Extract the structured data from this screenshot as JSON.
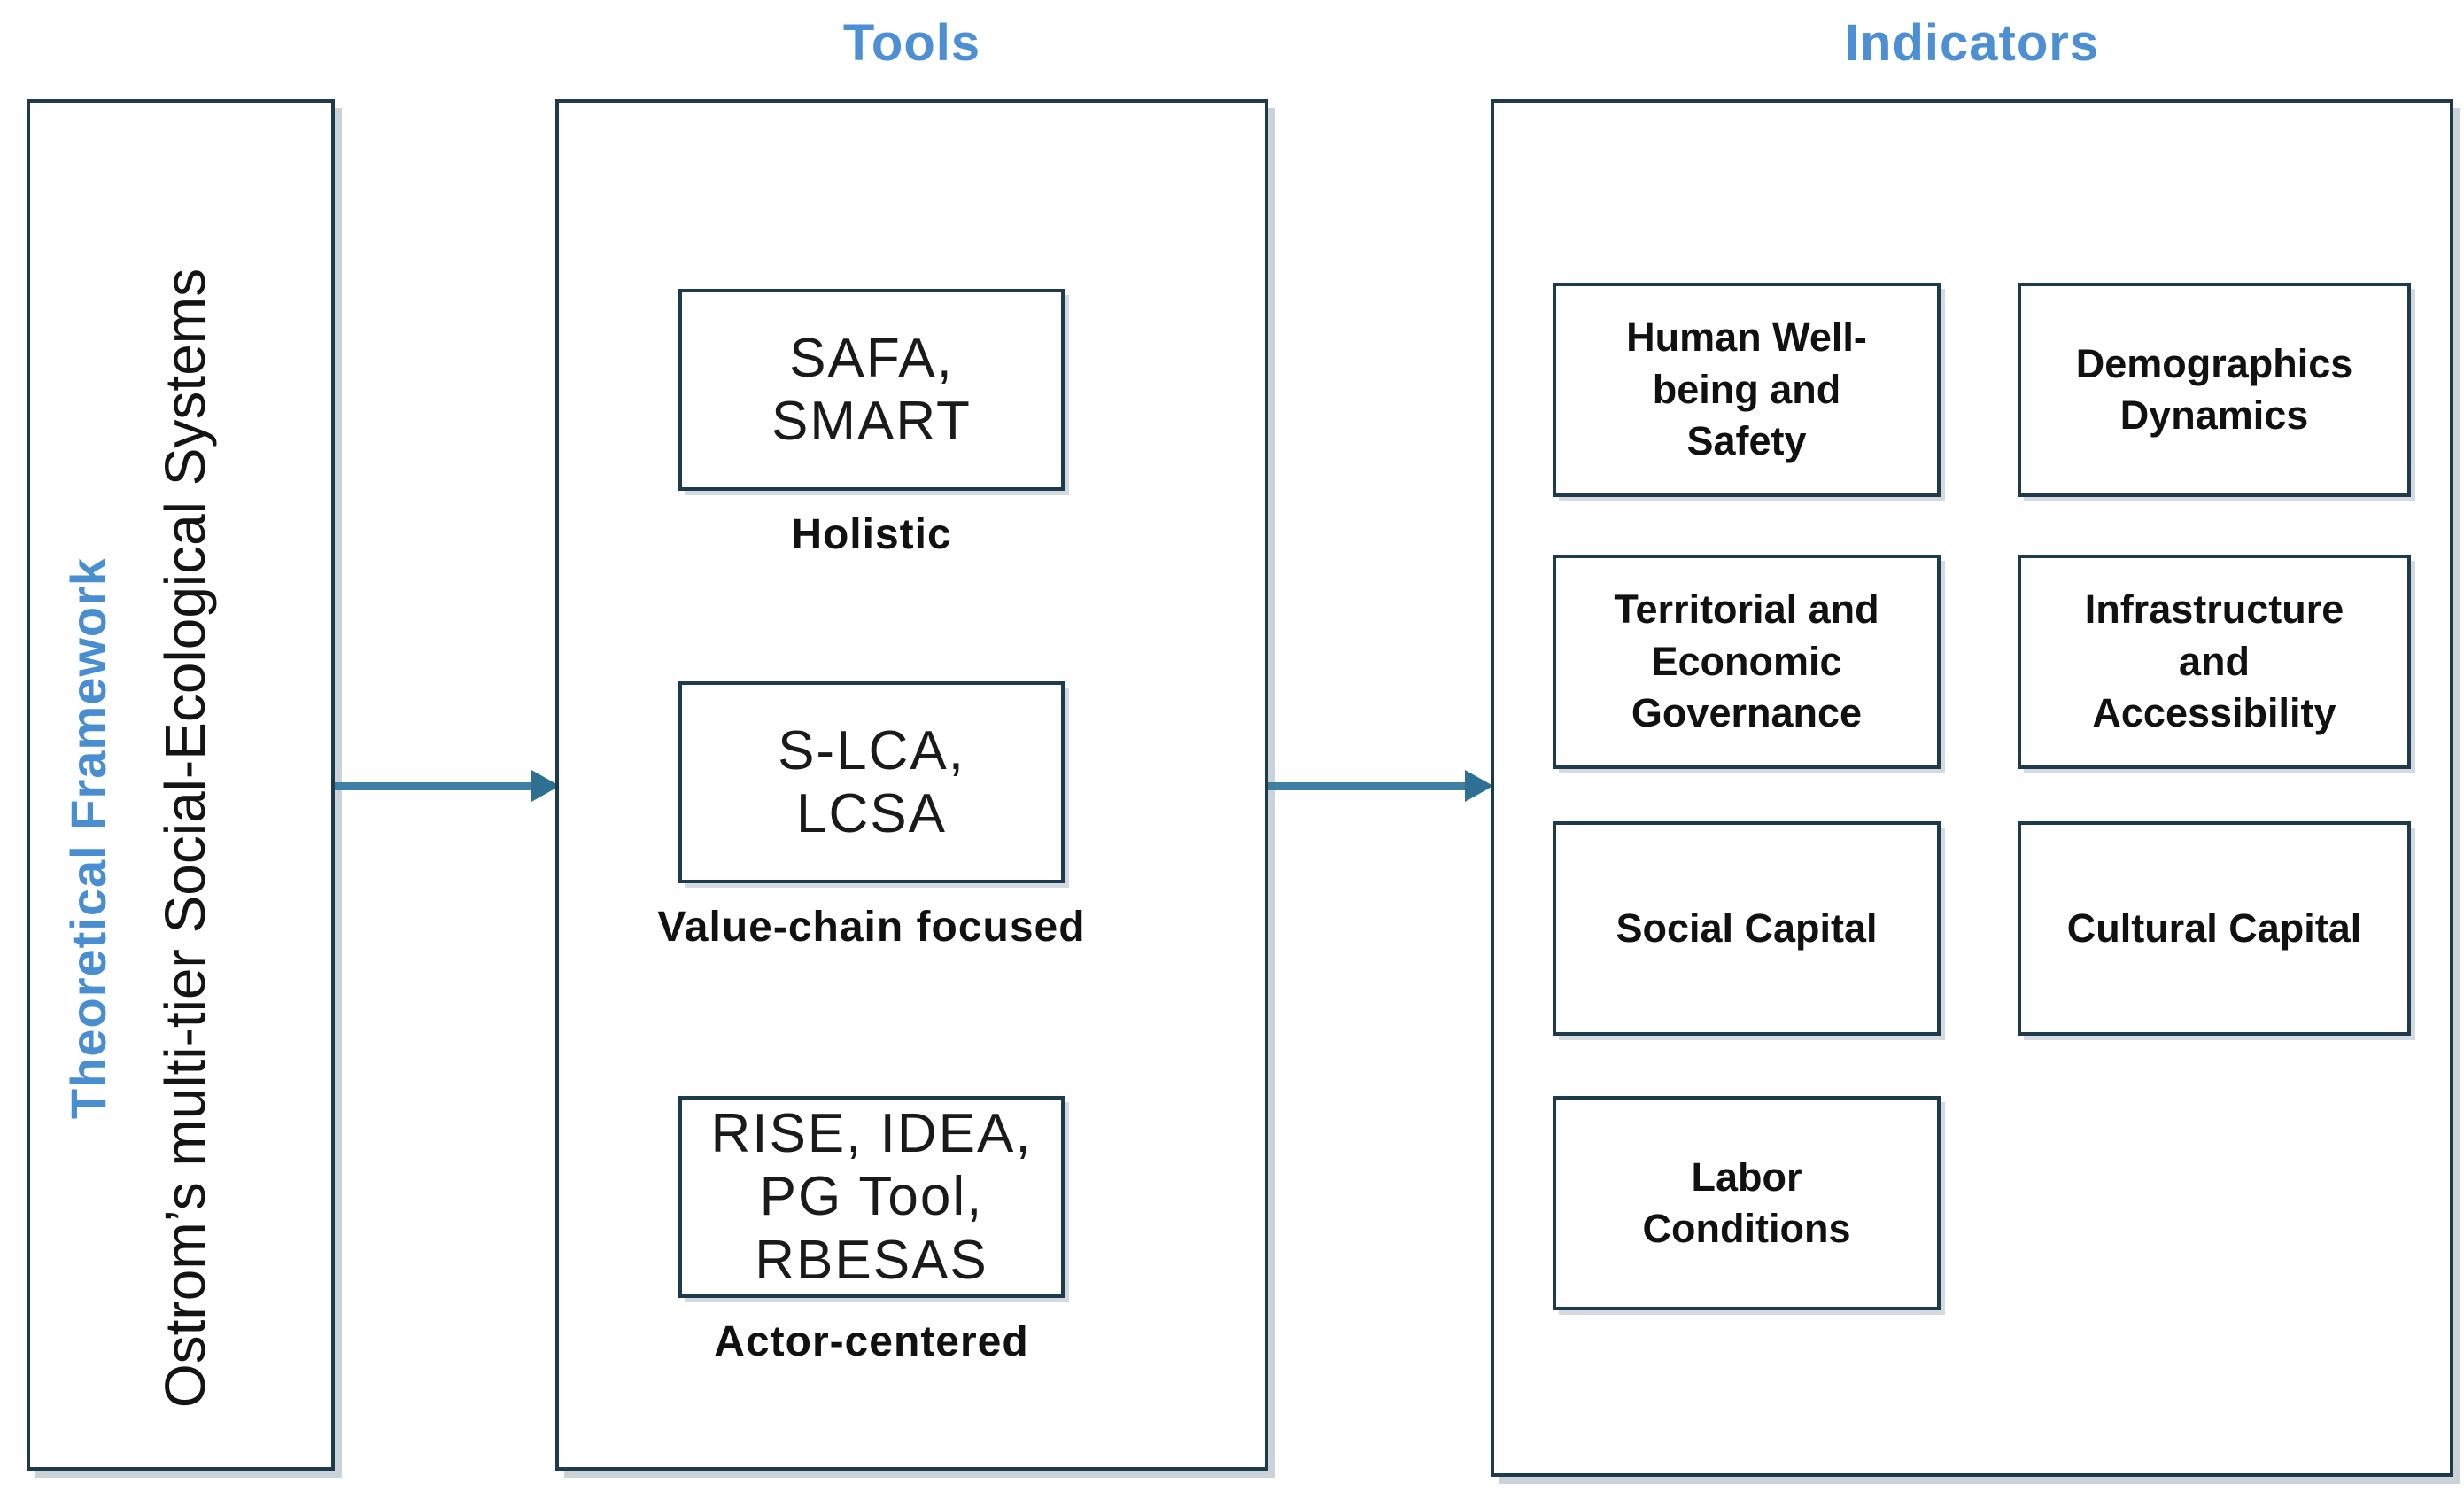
{
  "headers": {
    "tools": "Tools",
    "indicators": "Indicators"
  },
  "theory_panel": {
    "framework_label": "Theoretical Framework",
    "theory_label": "Ostrom’s multi-tier Social-Ecological Systems"
  },
  "tools_panel": {
    "groups": [
      {
        "tools": "SAFA,\nSMART",
        "category": "Holistic"
      },
      {
        "tools": "S-LCA,\nLCSA",
        "category": "Value-chain focused"
      },
      {
        "tools": "RISE, IDEA,\nPG Tool,\nRBESAS",
        "category": "Actor-centered"
      }
    ]
  },
  "indicators_panel": {
    "boxes": [
      "Human Well-\nbeing and\nSafety",
      "Demographics\nDynamics",
      "Territorial and\nEconomic\nGovernance",
      "Infrastructure\nand\nAccessibility",
      "Social Capital",
      "Cultural Capital",
      "Labor\nConditions"
    ]
  },
  "colors": {
    "accent_blue": "#4d8fd5",
    "panel_border": "#1e3a4d",
    "arrow": "#3f7fa3",
    "text": "#111111"
  }
}
